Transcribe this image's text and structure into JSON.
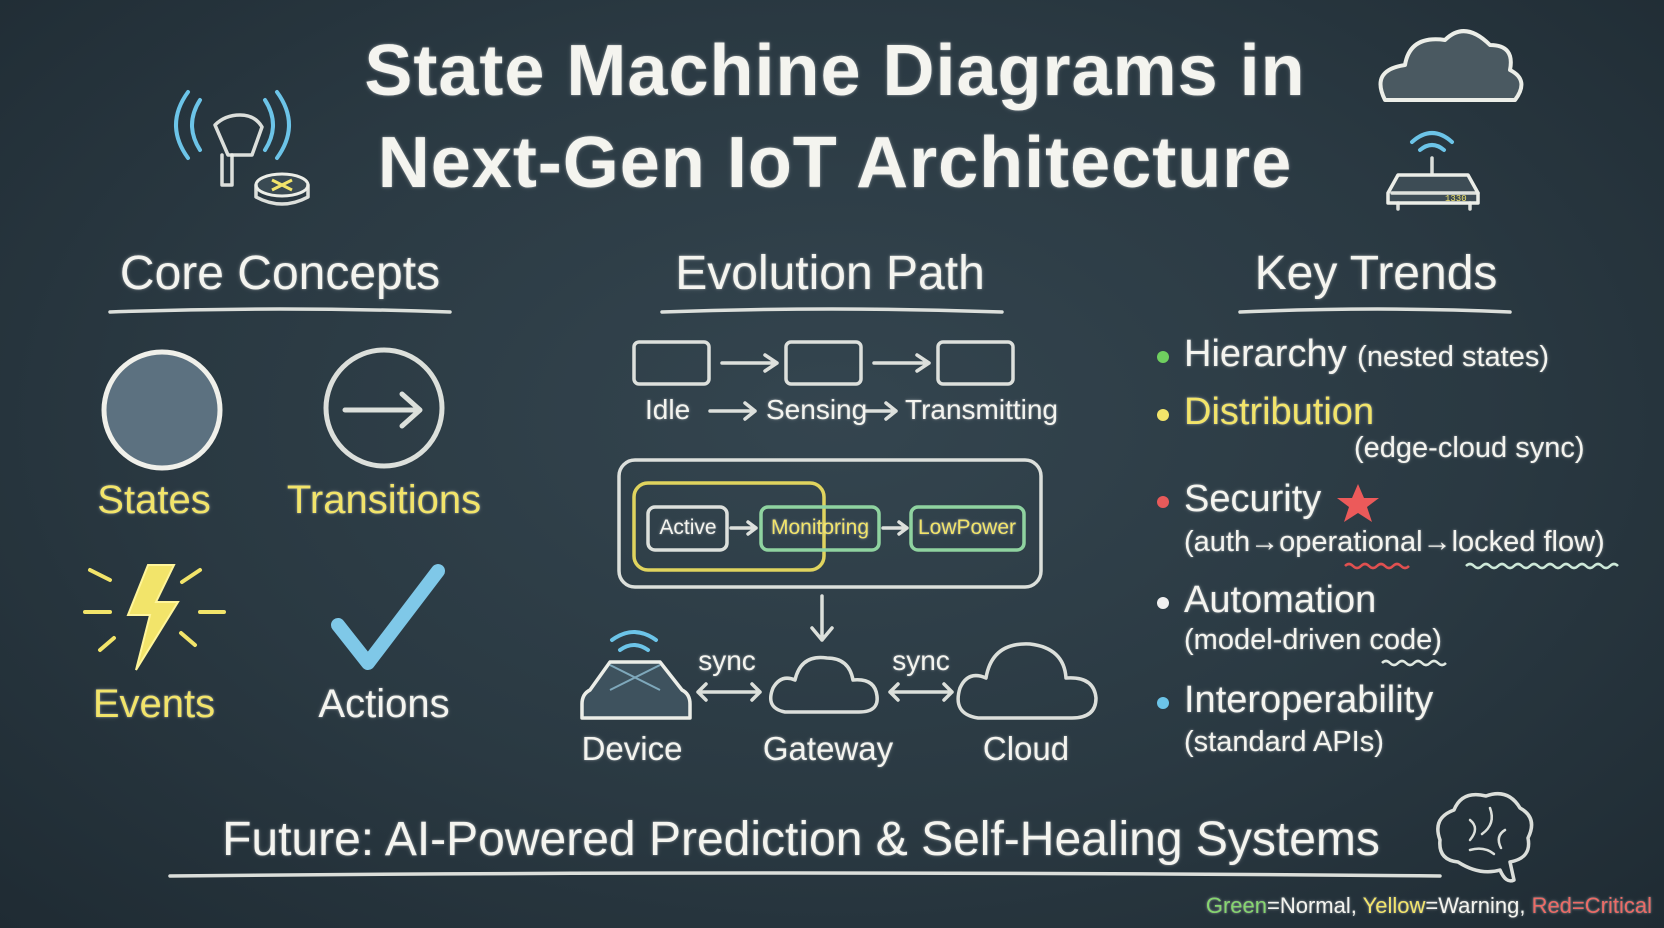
{
  "title": {
    "line1": "State Machine Diagrams in",
    "line2": "Next-Gen IoT Architecture"
  },
  "sections": {
    "core": {
      "heading": "Core Concepts",
      "items": [
        {
          "label": "States",
          "icon": "filled-circle-icon"
        },
        {
          "label": "Transitions",
          "icon": "arrow-circle-icon"
        },
        {
          "label": "Events",
          "icon": "lightning-bolt-icon"
        },
        {
          "label": "Actions",
          "icon": "checkmark-icon"
        }
      ]
    },
    "evolution": {
      "heading": "Evolution Path",
      "linear_states": [
        "Idle",
        "Sensing",
        "Transmitting"
      ],
      "nested_states": [
        "Active",
        "Monitoring",
        "LowPower"
      ],
      "nodes": [
        "Device",
        "Gateway",
        "Cloud"
      ],
      "sync_label": "sync"
    },
    "trends": {
      "heading": "Key Trends",
      "items": [
        {
          "title": "Hierarchy",
          "detail": "(nested states)",
          "bullet_color": "#6fcf5f"
        },
        {
          "title": "Distribution",
          "detail": "(edge-cloud sync)",
          "bullet_color": "#f2e46a"
        },
        {
          "title": "Security",
          "detail": "(auth→operational→locked flow)",
          "bullet_color": "#e85a5a"
        },
        {
          "title": "Automation",
          "detail": "(model-driven code)",
          "bullet_color": "#f0f0f0"
        },
        {
          "title": "Interoperability",
          "detail": "(standard APIs)",
          "bullet_color": "#6cc4e8"
        }
      ]
    }
  },
  "footer": {
    "future": "Future: AI-Powered Prediction & Self-Healing Systems",
    "legend": {
      "green": "Green",
      "green_meaning": "=Normal, ",
      "yellow": "Yellow",
      "yellow_meaning": "=Warning, ",
      "red": "Red=Critical"
    }
  },
  "colors": {
    "board": "#2a3942",
    "chalk": "#f4f4ef",
    "yellow": "#f2e46a",
    "green": "#86d56f",
    "red": "#ec6b66",
    "blue": "#6cc4e8"
  }
}
